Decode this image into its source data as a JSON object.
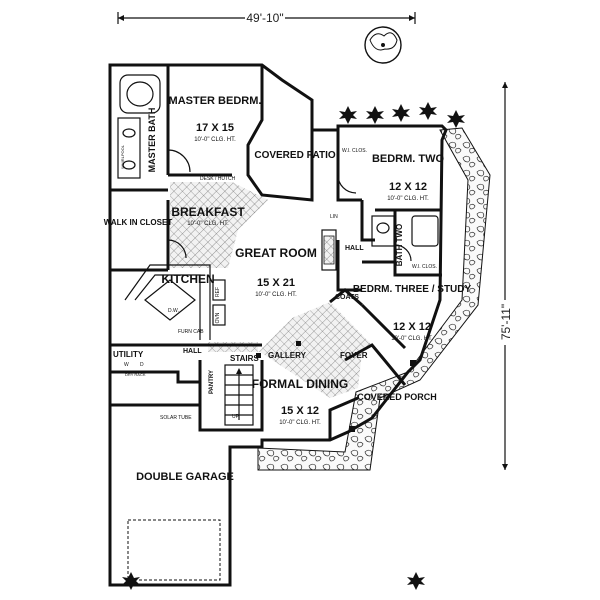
{
  "dimensions": {
    "width_label": "49'-10\"",
    "depth_label": "75'-11\""
  },
  "rooms": {
    "master_bedroom": {
      "name": "MASTER BEDRM.",
      "size": "17 X 15",
      "ceiling": "10'-0\" CLG. HT."
    },
    "master_bath": {
      "name": "MASTER BATH"
    },
    "walk_in_closet": {
      "name": "WALK IN CLOSET"
    },
    "breakfast": {
      "name": "BREAKFAST",
      "ceiling": "10'-0\" CLG. HT."
    },
    "kitchen": {
      "name": "KITCHEN"
    },
    "great_room": {
      "name": "GREAT ROOM",
      "size": "15 X 21",
      "ceiling": "10'-0\" CLG. HT."
    },
    "covered_patio": {
      "name": "COVERED PATIO"
    },
    "bedroom_two": {
      "name": "BEDRM. TWO",
      "size": "12 X 12",
      "ceiling": "10'-0\" CLG. HT."
    },
    "bath_two": {
      "name": "BATH TWO"
    },
    "bedroom_three": {
      "name": "BEDRM. THREE / STUDY",
      "size": "12 X 12",
      "ceiling": "10'-0\" CLG. HT."
    },
    "formal_dining": {
      "name": "FORMAL DINING",
      "size": "15 X 12",
      "ceiling": "10'-0\" CLG. HT."
    },
    "covered_porch": {
      "name": "COVERED PORCH"
    },
    "double_garage": {
      "name": "DOUBLE GARAGE"
    },
    "utility": {
      "name": "UTILITY"
    },
    "hall_a": {
      "name": "HALL"
    },
    "hall_b": {
      "name": "HALL"
    },
    "stairs": {
      "name": "STAIRS"
    },
    "gallery": {
      "name": "GALLERY"
    },
    "foyer": {
      "name": "FOYER"
    },
    "coats": {
      "name": "COATS"
    },
    "pantry": {
      "name": "PANTRY"
    }
  },
  "small_labels": {
    "wi_clos_1": "W.I. CLOS.",
    "wi_clos_2": "W.I. CLOS.",
    "desk_hutch": "DESK / HUTCH",
    "solar_tube": "SOLAR TUBE",
    "up": "UP",
    "dw": "D.W.",
    "ovn": "OVN",
    "ref": "REF",
    "lin": "LIN",
    "w": "W",
    "d": "D",
    "furn_cab": "FURN CAB",
    "dry_rack": "DRY RACK",
    "whirlpool": "WHIRLPOOL"
  }
}
